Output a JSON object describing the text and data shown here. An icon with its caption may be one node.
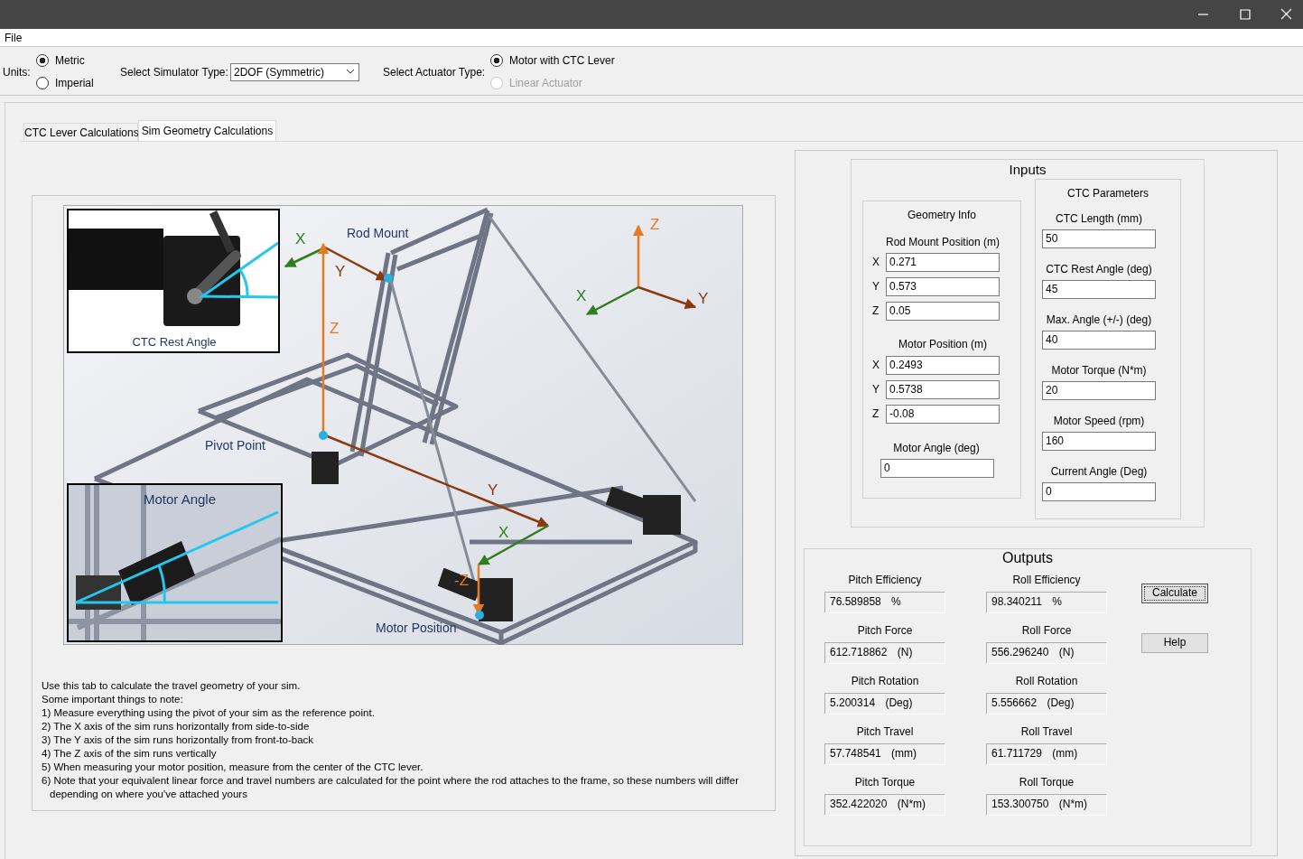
{
  "diagram": {
    "nodes": [
      {
        "text": [
          "Inputs"
        ]
      },
      {
        "text": [
          "Geometry Info"
        ],
        "in": 0
      },
      {
        "text": [
          "CTC Parameters"
        ],
        "in": 0
      },
      {
        "text": [
          "Outputs"
        ]
      },
      {
        "text": [
          "CTC Rest Angle"
        ]
      },
      {
        "text": [
          "Motor Angle"
        ]
      }
    ],
    "labels": [
      "File",
      "Units:",
      "Metric",
      "Imperial",
      "Select Simulator Type:",
      "2DOF (Symmetric)",
      "Select Actuator Type:",
      "Motor with CTC Lever",
      "Linear Actuator",
      "CTC Lever Calculations",
      "Sim Geometry Calculations",
      "X",
      "Rod Mount",
      "Y",
      "Z",
      "Z",
      "X",
      "Y",
      "Pivot Point",
      "Y",
      "X",
      "-Z",
      "Motor Position",
      "Use this tab to calculate the travel geometry of your sim.",
      "Some important things to note:",
      "1) Measure everything using the pivot of your sim as the reference point.",
      "2) The X axis of the sim runs horizontally from side-to-side",
      "3) The Y axis of the sim runs horizontally from front-to-back",
      "4) The Z axis of the sim runs vertically",
      "5) When measuring your motor position, measure from the center of the CTC lever.",
      "6) Note that your equivalent linear force and travel numbers are calculated for the point where the rod attaches to the frame, so these numbers will differ depending on where you've attached yours",
      "Rod Mount Position (m)",
      "X",
      "0.271",
      "Y",
      "0.573",
      "Z",
      "0.05",
      "Motor Position (m)",
      "X",
      "0.2493",
      "Y",
      "0.5738",
      "Z",
      "-0.08",
      "Motor Angle (deg)",
      "0",
      "CTC Length (mm)",
      "50",
      "CTC Rest Angle (deg)",
      "45",
      "Max. Angle (+/-) (deg)",
      "40",
      "Motor Torque (N*m)",
      "20",
      "Motor Speed (rpm)",
      "160",
      "Current Angle (Deg)",
      "0",
      "Pitch Efficiency",
      "Roll Efficiency",
      "76.589858 %",
      "98.340211 %",
      "Pitch Force",
      "Roll Force",
      "612.718862 (N)",
      "556.296240 (N)",
      "Pitch Rotation",
      "Roll Rotation",
      "5.200314 (Deg)",
      "5.556662 (Deg)",
      "Pitch Travel",
      "Roll Travel",
      "57.748541 (mm)",
      "61.711729 (mm)",
      "Pitch Torque",
      "Roll Torque",
      "352.422020 (N*m)",
      "153.300750 (N*m)",
      "Calculate",
      "Help"
    ]
  }
}
